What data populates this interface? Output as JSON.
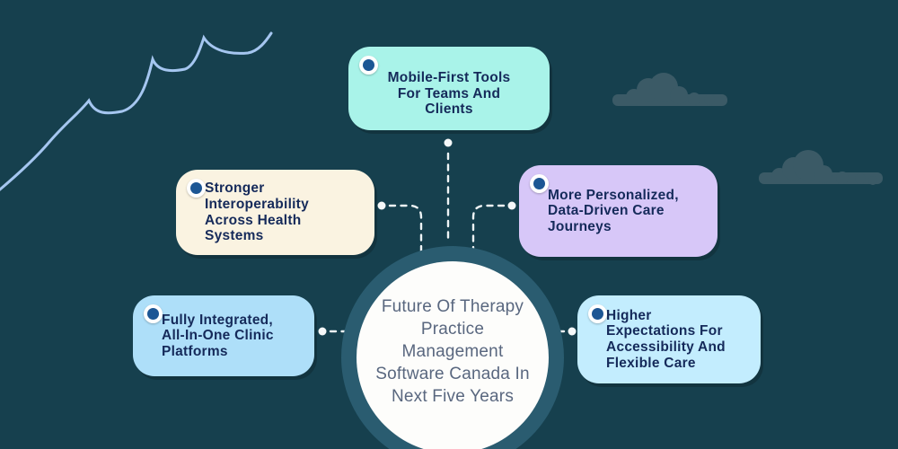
{
  "center": {
    "title": "Future Of Therapy\nPractice\nManagement\nSoftware Canada In\nNext Five Years"
  },
  "nodes": [
    {
      "id": "mobile-first-tools",
      "label": "Mobile-First Tools\nFor Teams And\nClients",
      "color": "#a9f3e9"
    },
    {
      "id": "stronger-interoperability",
      "label": "Stronger\nInteroperability\nAcross Health\nSystems",
      "color": "#faf3e1"
    },
    {
      "id": "personalized-care",
      "label": "More Personalized,\nData-Driven Care\nJourneys",
      "color": "#d7c7f8"
    },
    {
      "id": "fully-integrated",
      "label": "Fully Integrated,\nAll-In-One Clinic\nPlatforms",
      "color": "#aedff9"
    },
    {
      "id": "higher-expectations",
      "label": "Higher\nExpectations For\nAccessibility And\nFlexible Care",
      "color": "#c3edfe"
    }
  ],
  "colors": {
    "background": "#16404e",
    "circle_ring": "#2a5c70",
    "circle_fill": "#fdfdfb",
    "center_text": "#59677f",
    "node_text": "#152a5a",
    "bullet_blue": "#1c5694",
    "bullet_ring": "#ffffff",
    "connector": "#eef4f6",
    "wave_line": "#a5c6f0",
    "cloud": "#3b5a66"
  },
  "icons": {
    "wave": "wave-line-icon",
    "cloud": "cloud-icon",
    "bullet": "bullet-dot-icon"
  }
}
